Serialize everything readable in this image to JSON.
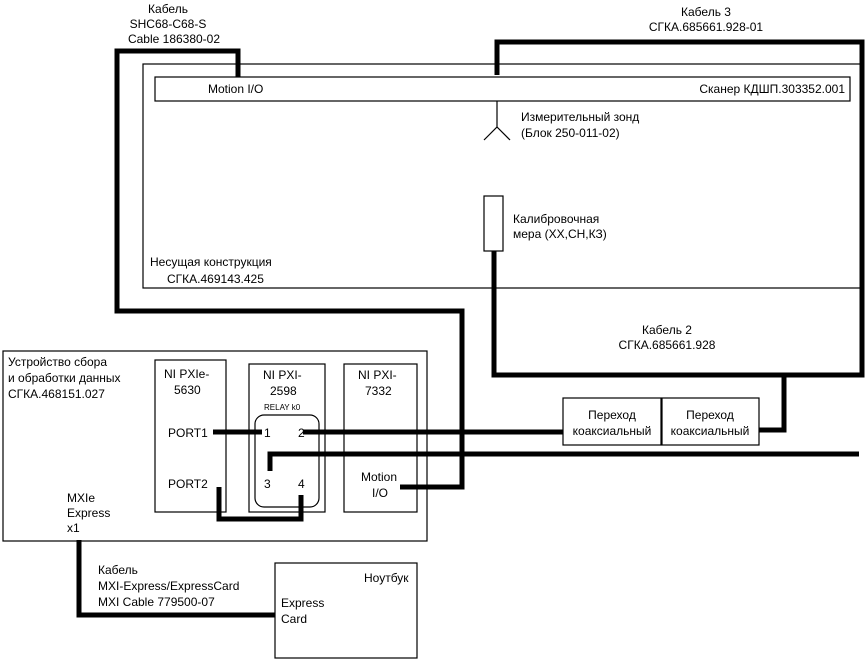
{
  "cable_shc68": {
    "line1": "Кабель",
    "line2": "SHC68-C68-S",
    "line3": "Cable 186380-02"
  },
  "cable3": {
    "line1": "Кабель 3",
    "line2": "СГКА.685661.928-01"
  },
  "scanner": {
    "motion_io": "Motion I/O",
    "name": "Сканер КДШП.303352.001"
  },
  "probe": {
    "line1": "Измерительный зонд",
    "line2": "(Блок 250-011-02)"
  },
  "calibration": {
    "line1": "Калибровочная",
    "line2": "мера (XX,CH,КЗ)"
  },
  "frame": {
    "line1": "Несущая конструкция",
    "line2": "СГКА.469143.425"
  },
  "cable2": {
    "line1": "Кабель 2",
    "line2": "СГКА.685661.928"
  },
  "daq": {
    "line1": "Устройство сбора",
    "line2": "и обработки данных",
    "line3": "СГКА.468151.027",
    "mxie1": "MXIe",
    "mxie2": "Express",
    "mxie3": "x1"
  },
  "pxie5630": {
    "line1": "NI PXIe-",
    "line2": "5630",
    "port1": "PORT1",
    "port2": "PORT2"
  },
  "pxi2598": {
    "line1": "NI PXI-",
    "line2": "2598",
    "relay": "RELAY k0",
    "p1": "1",
    "p2": "2",
    "p3": "3",
    "p4": "4"
  },
  "pxi7332": {
    "line1": "NI PXI-",
    "line2": "7332",
    "motion1": "Motion",
    "motion2": "I/O"
  },
  "adapter1": {
    "line1": "Переход",
    "line2": "коаксиальный"
  },
  "adapter2": {
    "line1": "Переход",
    "line2": "коаксиальный"
  },
  "cable_mxi": {
    "line1": "Кабель",
    "line2": "MXI-Express/ExpressCard",
    "line3": "MXI Cable 779500-07"
  },
  "laptop": {
    "title": "Ноутбук",
    "ec1": "Express",
    "ec2": "Card"
  }
}
